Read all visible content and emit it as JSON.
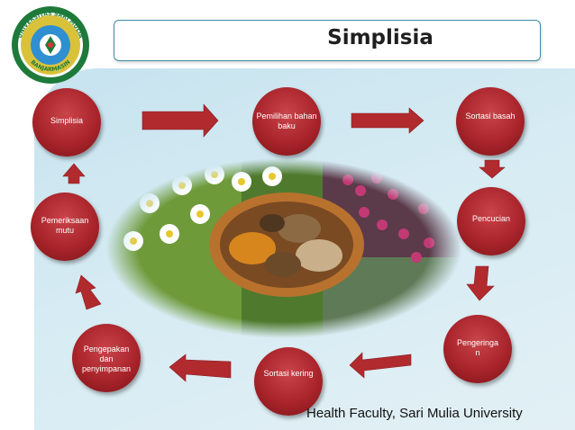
{
  "title": "Simplisia",
  "logo": {
    "text_top": "UNIVERSITAS SARI MULIA",
    "text_bottom": "BANJARMASIN",
    "colors": {
      "outer": "#1e7a3a",
      "ring": "#d9c23a",
      "inner": "#2f8fd1"
    }
  },
  "nodes": [
    {
      "id": "simplisia",
      "label": "Simplisia"
    },
    {
      "id": "pemilihan",
      "label": "Pemilihan bahan baku"
    },
    {
      "id": "sortasi-basah",
      "label": "Sortasi basah"
    },
    {
      "id": "pencucian",
      "label": "Pencucian"
    },
    {
      "id": "pengeringan",
      "label": "Pengeringa\nn"
    },
    {
      "id": "sortasi-kering",
      "label": "Sortasi kering"
    },
    {
      "id": "pengepakan",
      "label": "Pengepakan\ndan\npenyimpanan"
    },
    {
      "id": "pemeriksaan",
      "label": "Pemeriksaan\nmutu"
    }
  ],
  "center_image": "herbal-plants-and-dried-roots-photo",
  "colors": {
    "node": "#a9242b",
    "arrow": "#b02a2e",
    "panel": "#cfe7f1",
    "title_border": "#3a8da3"
  },
  "footer": "Health Faculty, Sari Mulia University"
}
